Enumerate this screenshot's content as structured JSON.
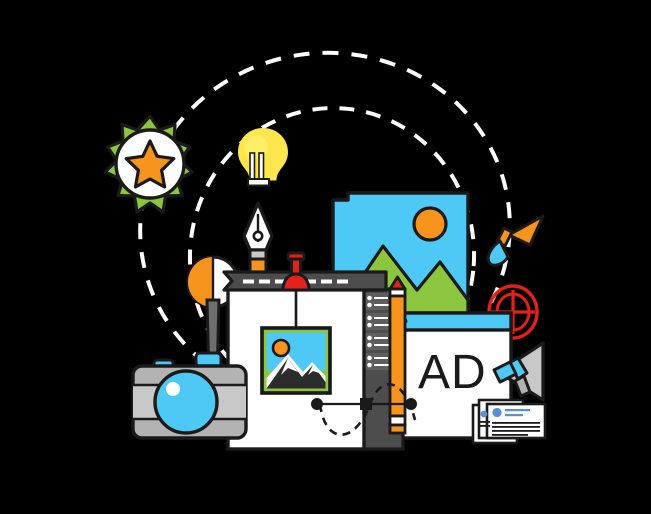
{
  "illustration": {
    "title": "Graphic Design Tools Flat Illustration",
    "background_color": "#000000",
    "ad_label": "AD"
  },
  "palette": {
    "black": "#1a1a1a",
    "white": "#ffffff",
    "cyan": "#4ec9f5",
    "green": "#8cc63e",
    "orange": "#f7941e",
    "yellow": "#fde74c",
    "red": "#e32119",
    "dark_gray": "#4d4d4d",
    "mid_gray": "#7a7a7a",
    "light_gray": "#c8c8c8",
    "pale_gray": "#b3b3b3",
    "blue_accent": "#5b8fd4"
  },
  "elements": [
    {
      "id": "orbit-outer",
      "name": "dashed-orbit-outer",
      "label": "Outer dashed orbit ring",
      "color": "#ffffff"
    },
    {
      "id": "orbit-inner",
      "name": "dashed-orbit-inner",
      "label": "Inner dashed orbit ring",
      "color": "#ffffff"
    },
    {
      "id": "star-badge",
      "name": "star-badge-icon",
      "label": "Green starburst badge with orange star",
      "colors": [
        "#8cc63e",
        "#ffffff",
        "#f7941e"
      ]
    },
    {
      "id": "lightbulb",
      "name": "lightbulb-icon",
      "label": "Yellow idea lightbulb",
      "colors": [
        "#fde74c",
        "#ffffff"
      ]
    },
    {
      "id": "pen-nib",
      "name": "pen-nib-icon",
      "label": "Pen nib tool with orange barrel",
      "colors": [
        "#ffffff",
        "#f7941e",
        "#c8c8c8"
      ]
    },
    {
      "id": "contrast-circle",
      "name": "contrast-circle-icon",
      "label": "Half filled orange contrast circle",
      "colors": [
        "#f7941e",
        "#ffffff"
      ]
    },
    {
      "id": "photo-large",
      "name": "photo-large",
      "label": "Large landscape photo with sun and mountains",
      "colors": [
        "#4ec9f5",
        "#8cc63e",
        "#f7941e"
      ]
    },
    {
      "id": "paintbrush",
      "name": "paintbrush-icon",
      "label": "Orange paintbrush with cyan bristles",
      "colors": [
        "#f7941e",
        "#4ec9f5"
      ]
    },
    {
      "id": "target",
      "name": "crosshair-target-icon",
      "label": "Red crosshair target",
      "colors": [
        "#e32119"
      ]
    },
    {
      "id": "ruler",
      "name": "ruler-toolbar",
      "label": "Dark gray ruler toolbar with tick dashes",
      "colors": [
        "#4d4d4d",
        "#ffffff"
      ]
    },
    {
      "id": "pushpin",
      "name": "pushpin-icon",
      "label": "Red pushpin",
      "colors": [
        "#e32119"
      ]
    },
    {
      "id": "canvas",
      "name": "design-canvas",
      "label": "White design canvas sheet",
      "colors": [
        "#ffffff"
      ]
    },
    {
      "id": "photo-placeholder",
      "name": "image-placeholder-icon",
      "label": "Image placeholder thumbnail on canvas",
      "colors": [
        "#4ec9f5",
        "#8cc63e",
        "#f7941e"
      ]
    },
    {
      "id": "layers-panel",
      "name": "layers-panel",
      "label": "Dark gray layers side panel",
      "colors": [
        "#4d4d4d",
        "#5e5e5e",
        "#ffffff"
      ]
    },
    {
      "id": "browser-window",
      "name": "browser-window",
      "label": "Browser window with cyan title bar showing AD",
      "colors": [
        "#4ec9f5",
        "#ffffff"
      ]
    },
    {
      "id": "pencil",
      "name": "pencil-icon",
      "label": "Orange pencil",
      "colors": [
        "#f7941e",
        "#ffffff",
        "#e32119"
      ]
    },
    {
      "id": "bezier",
      "name": "bezier-path-handles",
      "label": "Bezier curve with anchor points and handles",
      "colors": [
        "#1a1a1a"
      ]
    },
    {
      "id": "camera",
      "name": "camera-icon",
      "label": "Gray camera with cyan lens",
      "colors": [
        "#c8c8c8",
        "#b3b3b3",
        "#4ec9f5"
      ]
    },
    {
      "id": "megaphone",
      "name": "megaphone-icon",
      "label": "Gray and cyan megaphone",
      "colors": [
        "#c8c8c8",
        "#4ec9f5"
      ]
    },
    {
      "id": "business-cards",
      "name": "business-cards",
      "label": "Stack of business cards with blue accents",
      "colors": [
        "#ffffff",
        "#5b8fd4"
      ]
    }
  ],
  "layers_panel": {
    "rows": [
      {
        "dot": "layer-dot",
        "lines": 2
      },
      {
        "dot": "layer-dot",
        "lines": 2
      },
      {
        "dot": "layer-dot",
        "lines": 2
      },
      {
        "dot": "layer-dot",
        "lines": 2
      },
      {
        "dot": "layer-dot",
        "lines": 2
      }
    ]
  },
  "business_cards": {
    "front_card": {
      "avatar": "contact-avatar",
      "lines": 2,
      "body_lines": 4
    }
  }
}
